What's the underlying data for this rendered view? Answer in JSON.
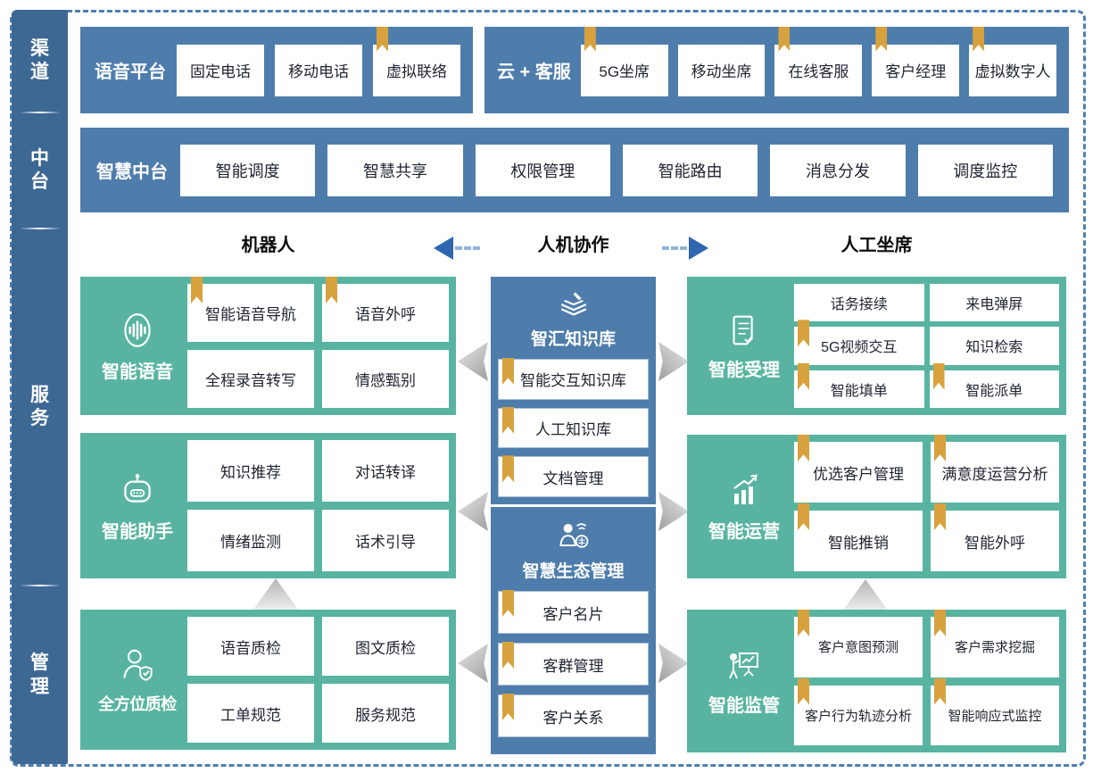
{
  "colors": {
    "sidebar_blue": "#3e6894",
    "band_blue": "#4e7dac",
    "teal_green": "#58b4a1",
    "bookmark_gold": "#d7a23d",
    "arrow_blue": "#2f66b0",
    "frame_dash_blue": "#4c7fb4",
    "text_dark": "#1f2430"
  },
  "sidebar": {
    "items": [
      {
        "label": "渠道"
      },
      {
        "label": "中台"
      },
      {
        "label": "服务"
      },
      {
        "label": "管理"
      }
    ]
  },
  "channel": {
    "voice_platform": {
      "title": "语音平台",
      "items": [
        {
          "label": "固定电话",
          "bookmark": false
        },
        {
          "label": "移动电话",
          "bookmark": false
        },
        {
          "label": "虚拟联络",
          "bookmark": true
        }
      ]
    },
    "cloud_service": {
      "title": "云 + 客服",
      "items": [
        {
          "label": "5G坐席",
          "bookmark": true
        },
        {
          "label": "移动坐席",
          "bookmark": false
        },
        {
          "label": "在线客服",
          "bookmark": true
        },
        {
          "label": "客户经理",
          "bookmark": true
        },
        {
          "label": "虚拟数字人",
          "bookmark": true
        }
      ]
    }
  },
  "midplatform": {
    "title": "智慧中台",
    "items": [
      {
        "label": "智能调度"
      },
      {
        "label": "智慧共享"
      },
      {
        "label": "权限管理"
      },
      {
        "label": "智能路由"
      },
      {
        "label": "消息分发"
      },
      {
        "label": "调度监控"
      }
    ]
  },
  "collab_header": {
    "robot": "机器人",
    "collab": "人机协作",
    "agent": "人工坐席"
  },
  "robot_col": {
    "sections": [
      {
        "title": "智能语音",
        "icon": "voice-waveform-icon",
        "items": [
          {
            "label": "智能语音导航",
            "bookmark": true
          },
          {
            "label": "语音外呼",
            "bookmark": true
          },
          {
            "label": "全程录音转写",
            "bookmark": false
          },
          {
            "label": "情感甄别",
            "bookmark": false
          }
        ]
      },
      {
        "title": "智能助手",
        "icon": "robot-icon",
        "items": [
          {
            "label": "知识推荐",
            "bookmark": false
          },
          {
            "label": "对话转译",
            "bookmark": false
          },
          {
            "label": "情绪监测",
            "bookmark": false
          },
          {
            "label": "话术引导",
            "bookmark": false
          }
        ]
      },
      {
        "title": "全方位质检",
        "icon": "inspector-person-icon",
        "items": [
          {
            "label": "语音质检",
            "bookmark": false
          },
          {
            "label": "图文质检",
            "bookmark": false
          },
          {
            "label": "工单规范",
            "bookmark": false
          },
          {
            "label": "服务规范",
            "bookmark": false
          }
        ]
      }
    ]
  },
  "center_col": {
    "sections": [
      {
        "title": "智汇知识库",
        "icon": "book-pen-icon",
        "items": [
          {
            "label": "智能交互知识库",
            "bookmark": true
          },
          {
            "label": "人工知识库",
            "bookmark": true
          },
          {
            "label": "文档管理",
            "bookmark": true
          }
        ]
      },
      {
        "title": "智慧生态管理",
        "icon": "person-network-icon",
        "items": [
          {
            "label": "客户名片",
            "bookmark": true
          },
          {
            "label": "客群管理",
            "bookmark": true
          },
          {
            "label": "客户关系",
            "bookmark": true
          }
        ]
      }
    ]
  },
  "agent_col": {
    "sections": [
      {
        "title": "智能受理",
        "icon": "document-check-icon",
        "items": [
          {
            "label": "话务接续",
            "bookmark": false
          },
          {
            "label": "来电弹屏",
            "bookmark": false
          },
          {
            "label": "5G视频交互",
            "bookmark": true
          },
          {
            "label": "知识检索",
            "bookmark": false
          },
          {
            "label": "智能填单",
            "bookmark": true
          },
          {
            "label": "智能派单",
            "bookmark": true
          }
        ]
      },
      {
        "title": "智能运营",
        "icon": "chart-growth-icon",
        "items": [
          {
            "label": "优选客户管理",
            "bookmark": true
          },
          {
            "label": "满意度运营分析",
            "bookmark": true
          },
          {
            "label": "智能推销",
            "bookmark": true
          },
          {
            "label": "智能外呼",
            "bookmark": true
          }
        ]
      },
      {
        "title": "智能监管",
        "icon": "presenter-board-icon",
        "items": [
          {
            "label": "客户意图预测",
            "bookmark": true
          },
          {
            "label": "客户需求挖掘",
            "bookmark": true
          },
          {
            "label": "客户行为轨迹分析",
            "bookmark": true
          },
          {
            "label": "智能响应式监控",
            "bookmark": true
          }
        ]
      }
    ]
  }
}
